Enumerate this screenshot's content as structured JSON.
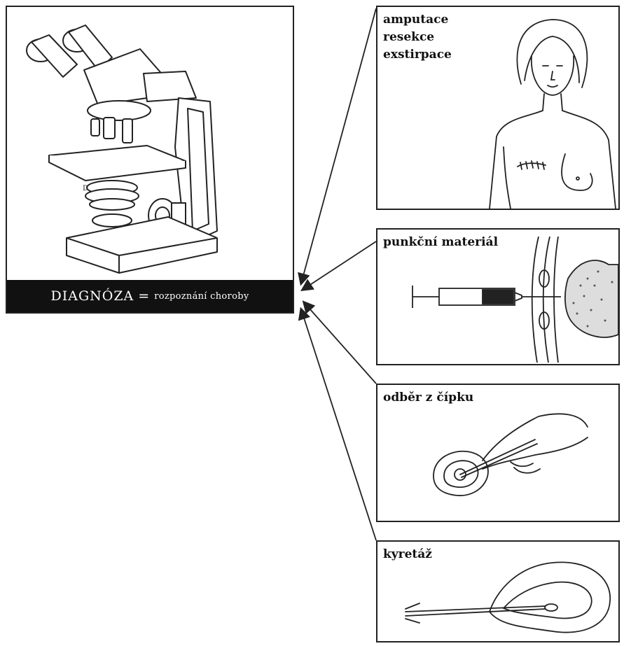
{
  "diagnosis": {
    "bold_text": "DIAGNÓZA",
    "equals": "=",
    "rest_text": "rozpoznání choroby"
  },
  "panels": [
    {
      "id": "amputace",
      "label_lines": [
        "amputace",
        "resekce",
        "exstirpace"
      ]
    },
    {
      "id": "punkce",
      "label_lines": [
        "punkční materiál"
      ]
    },
    {
      "id": "cipek",
      "label_lines": [
        "odběr z čípku"
      ]
    },
    {
      "id": "kyretaz",
      "label_lines": [
        "kyretáž"
      ]
    }
  ],
  "colors": {
    "ink": "#222222",
    "bar": "#111111",
    "paper": "#ffffff"
  }
}
